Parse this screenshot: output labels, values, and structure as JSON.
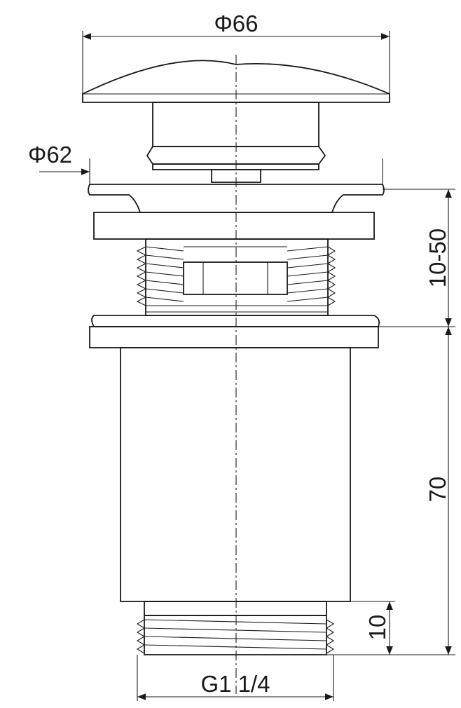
{
  "dimensions": {
    "top_diameter": "Φ66",
    "flange_diameter": "Φ62",
    "adjustable_height": "10-50",
    "body_height": "70",
    "thread_height": "10",
    "thread_size": "G1 1/4"
  },
  "colors": {
    "line": "#1a1a1a",
    "background": "#ffffff"
  }
}
